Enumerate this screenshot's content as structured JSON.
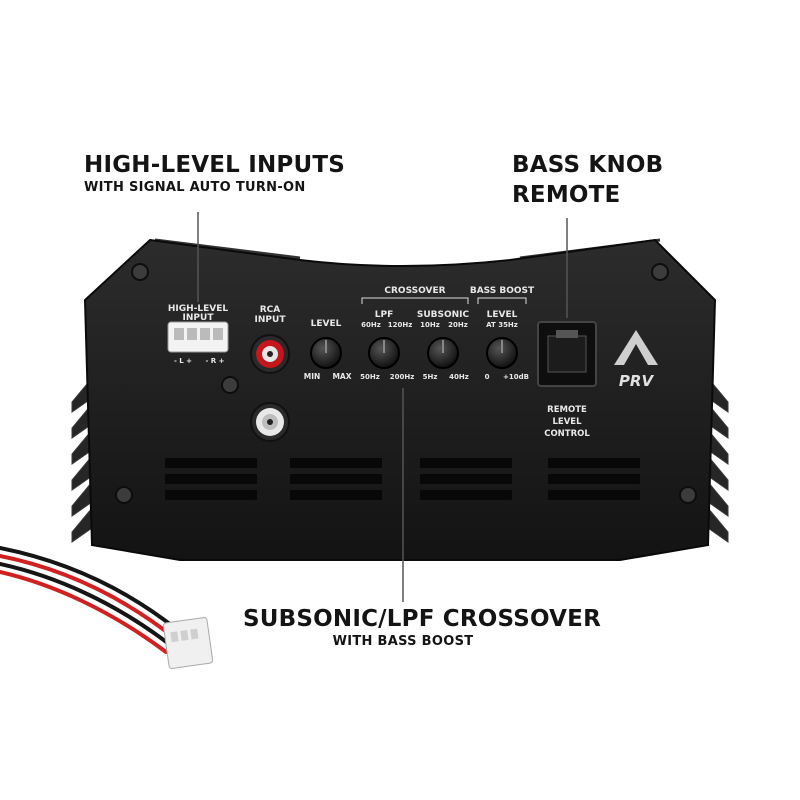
{
  "callouts": {
    "high_level": {
      "title": "HIGH-LEVEL INPUTS",
      "subtitle": "WITH SIGNAL AUTO TURN-ON"
    },
    "bass_knob": {
      "line1": "BASS KNOB",
      "line2": "REMOTE"
    },
    "crossover": {
      "title": "SUBSONIC/LPF CROSSOVER",
      "subtitle": "WITH BASS BOOST"
    }
  },
  "panel": {
    "high_level_input": {
      "line1": "HIGH-LEVEL",
      "line2": "INPUT",
      "pins_left": "- L +",
      "pins_right": "- R +"
    },
    "rca_input": {
      "line1": "RCA",
      "line2": "INPUT"
    },
    "crossover_group": "CROSSOVER",
    "bass_boost_group": "BASS BOOST",
    "knobs": {
      "level": {
        "label": "LEVEL",
        "min": "MIN",
        "max": "MAX"
      },
      "lpf": {
        "label": "LPF",
        "top_left": "60Hz",
        "top_right": "120Hz",
        "min": "50Hz",
        "max": "200Hz"
      },
      "subsonic": {
        "label": "SUBSONIC",
        "top_left": "10Hz",
        "top_right": "20Hz",
        "min": "5Hz",
        "max": "40Hz"
      },
      "bass_boost": {
        "label": "LEVEL",
        "sublabel": "AT 35Hz",
        "min": "0",
        "max": "+10dB"
      }
    },
    "remote": {
      "line1": "REMOTE",
      "line2": "LEVEL",
      "line3": "CONTROL"
    },
    "brand": "PRV"
  },
  "colors": {
    "body": "#1b1b1b",
    "fin": "#2a2a2a",
    "rca_red": "#c4161c",
    "wire_red": "#d21f1f",
    "wire_black": "#151515"
  }
}
